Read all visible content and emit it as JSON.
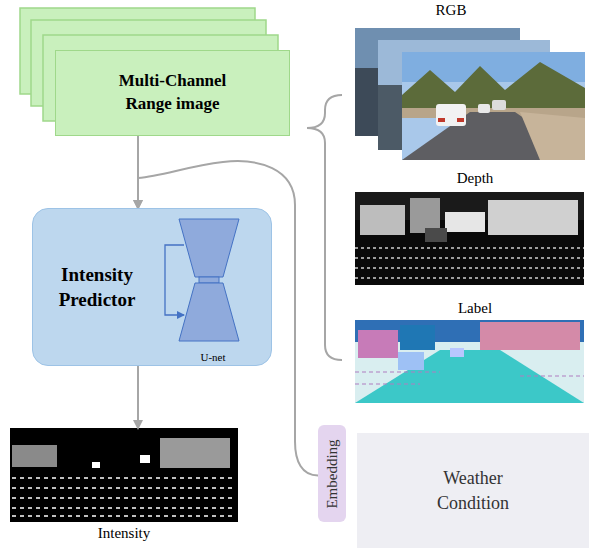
{
  "diagram": {
    "nodes": [
      {
        "text": [
          "Multi-Channel Range image"
        ]
      },
      {
        "text": [
          "RGB"
        ]
      },
      {
        "text": [
          "Depth"
        ]
      },
      {
        "text": [
          "Label"
        ]
      },
      {
        "text": [
          "Intensity Predictor"
        ]
      },
      {
        "text": [
          "U-net"
        ],
        "in": 4
      },
      {
        "text": [
          "Intensity"
        ]
      },
      {
        "text": [
          "Embedding"
        ]
      },
      {
        "text": [
          "Weather Condition"
        ]
      }
    ],
    "edges": [
      {
        "from": 0,
        "to": 4,
        "arrow": "to"
      },
      {
        "from": 4,
        "to": 6,
        "arrow": "to"
      },
      {
        "from": 7,
        "to": 4,
        "arrow": "to"
      }
    ]
  }
}
